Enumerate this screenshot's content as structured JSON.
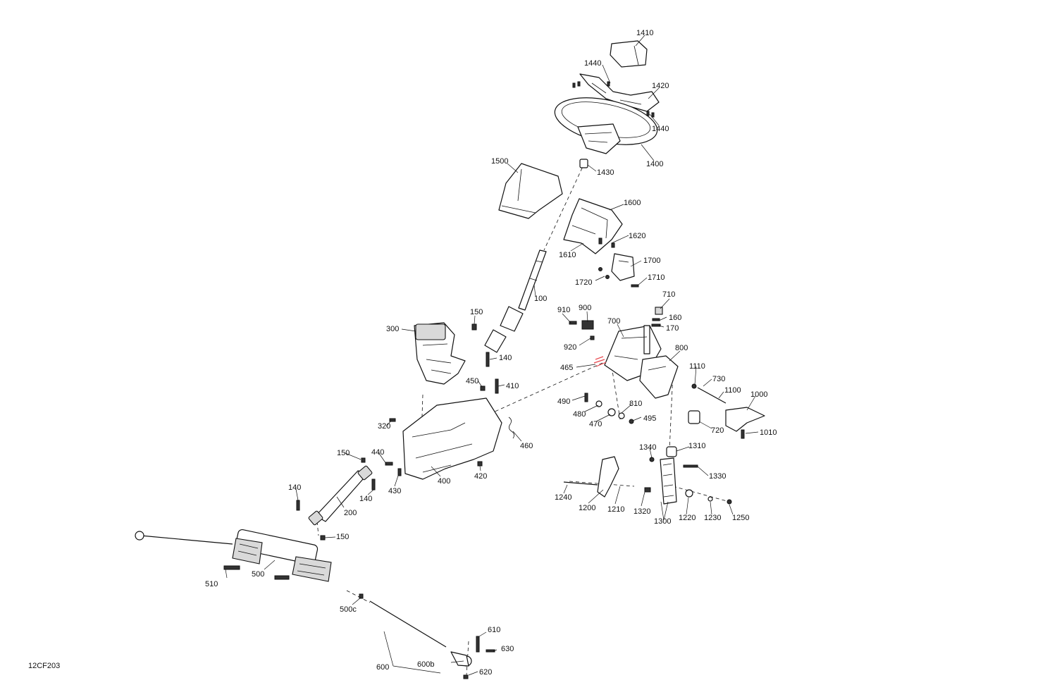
{
  "figure_code": "12CF203",
  "callouts": [
    {
      "id": "1410",
      "text": "1410"
    },
    {
      "id": "1440a",
      "text": "1440"
    },
    {
      "id": "1420",
      "text": "1420"
    },
    {
      "id": "1440b",
      "text": "1440"
    },
    {
      "id": "1400",
      "text": "1400"
    },
    {
      "id": "1430",
      "text": "1430"
    },
    {
      "id": "1500",
      "text": "1500"
    },
    {
      "id": "1600",
      "text": "1600"
    },
    {
      "id": "1620",
      "text": "1620"
    },
    {
      "id": "1610",
      "text": "1610"
    },
    {
      "id": "1700",
      "text": "1700"
    },
    {
      "id": "1710",
      "text": "1710"
    },
    {
      "id": "1720",
      "text": "1720"
    },
    {
      "id": "100",
      "text": "100"
    },
    {
      "id": "710",
      "text": "710"
    },
    {
      "id": "160",
      "text": "160"
    },
    {
      "id": "170",
      "text": "170"
    },
    {
      "id": "910",
      "text": "910"
    },
    {
      "id": "900",
      "text": "900"
    },
    {
      "id": "920",
      "text": "920"
    },
    {
      "id": "700",
      "text": "700"
    },
    {
      "id": "800",
      "text": "800"
    },
    {
      "id": "465",
      "text": "465"
    },
    {
      "id": "150a",
      "text": "150"
    },
    {
      "id": "300",
      "text": "300"
    },
    {
      "id": "140a",
      "text": "140"
    },
    {
      "id": "450",
      "text": "450"
    },
    {
      "id": "410",
      "text": "410"
    },
    {
      "id": "1110",
      "text": "1110"
    },
    {
      "id": "730",
      "text": "730"
    },
    {
      "id": "1100",
      "text": "1100"
    },
    {
      "id": "1000",
      "text": "1000"
    },
    {
      "id": "490",
      "text": "490"
    },
    {
      "id": "810",
      "text": "810"
    },
    {
      "id": "480",
      "text": "480"
    },
    {
      "id": "495",
      "text": "495"
    },
    {
      "id": "470",
      "text": "470"
    },
    {
      "id": "720",
      "text": "720"
    },
    {
      "id": "1010",
      "text": "1010"
    },
    {
      "id": "320",
      "text": "320"
    },
    {
      "id": "460",
      "text": "460"
    },
    {
      "id": "1340",
      "text": "1340"
    },
    {
      "id": "1310",
      "text": "1310"
    },
    {
      "id": "150b",
      "text": "150"
    },
    {
      "id": "440",
      "text": "440"
    },
    {
      "id": "420",
      "text": "420"
    },
    {
      "id": "1330",
      "text": "1330"
    },
    {
      "id": "400",
      "text": "400"
    },
    {
      "id": "430",
      "text": "430"
    },
    {
      "id": "140b",
      "text": "140"
    },
    {
      "id": "140c",
      "text": "140"
    },
    {
      "id": "1240",
      "text": "1240"
    },
    {
      "id": "200",
      "text": "200"
    },
    {
      "id": "1200",
      "text": "1200"
    },
    {
      "id": "1210",
      "text": "1210"
    },
    {
      "id": "1320",
      "text": "1320"
    },
    {
      "id": "1220",
      "text": "1220"
    },
    {
      "id": "1230",
      "text": "1230"
    },
    {
      "id": "1250",
      "text": "1250"
    },
    {
      "id": "1300",
      "text": "1300"
    },
    {
      "id": "150c",
      "text": "150"
    },
    {
      "id": "510",
      "text": "510"
    },
    {
      "id": "500",
      "text": "500"
    },
    {
      "id": "500c",
      "text": "500c"
    },
    {
      "id": "610",
      "text": "610"
    },
    {
      "id": "630",
      "text": "630"
    },
    {
      "id": "600b",
      "text": "600b"
    },
    {
      "id": "600",
      "text": "600"
    },
    {
      "id": "620",
      "text": "620"
    }
  ]
}
